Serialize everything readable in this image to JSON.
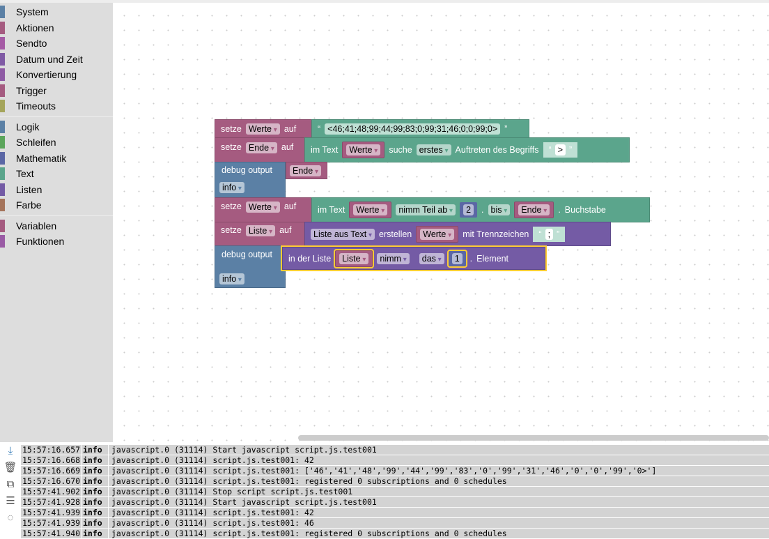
{
  "sidebar": {
    "groups": [
      [
        {
          "label": "System",
          "color": "#5b80a5"
        },
        {
          "label": "Aktionen",
          "color": "#a55b80"
        },
        {
          "label": "Sendto",
          "color": "#a55ba5"
        },
        {
          "label": "Datum und Zeit",
          "color": "#805ba5"
        },
        {
          "label": "Konvertierung",
          "color": "#8f5ba5"
        },
        {
          "label": "Trigger",
          "color": "#a55b80"
        },
        {
          "label": "Timeouts",
          "color": "#a5a55b"
        }
      ],
      [
        {
          "label": "Logik",
          "color": "#5b80a5"
        },
        {
          "label": "Schleifen",
          "color": "#5ba55b"
        },
        {
          "label": "Mathematik",
          "color": "#5b67a5"
        },
        {
          "label": "Text",
          "color": "#5ba58c"
        },
        {
          "label": "Listen",
          "color": "#745ba5"
        },
        {
          "label": "Farbe",
          "color": "#a5745b"
        }
      ],
      [
        {
          "label": "Variablen",
          "color": "#a55b80"
        },
        {
          "label": "Funktionen",
          "color": "#9a5ba5"
        }
      ]
    ]
  },
  "blocks": {
    "set": "setze",
    "to": "auf",
    "debug": "debug output",
    "level": "info",
    "var_werte": "Werte",
    "var_ende": "Ende",
    "var_liste": "Liste",
    "values_literal": "<46;41;48;99;44;99;83;0;99;31;46;0;0;99;0>",
    "open_quote": "“",
    "close_quote": "”",
    "in_text": "im Text",
    "find": "suche",
    "first": "erstes",
    "occurrence": "Auftreten des Begriffs",
    "gt": ">",
    "substring": "nimm Teil ab",
    "from": "2",
    "dot": ".",
    "to_kw": "bis",
    "letter": "Buchstabe",
    "list_from_text": "Liste aus Text",
    "create": "erstellen",
    "with_delim": "mit Trennzeichen",
    "semicolon": ";",
    "in_list": "in der Liste",
    "get": "nimm",
    "the": "das",
    "index": "1",
    "element": "Element"
  },
  "log": {
    "rows": [
      {
        "time": "15:57:16.657",
        "level": "info",
        "msg": "javascript.0 (31114) Start javascript script.js.test001"
      },
      {
        "time": "15:57:16.668",
        "level": "info",
        "msg": "javascript.0 (31114) script.js.test001: 42"
      },
      {
        "time": "15:57:16.669",
        "level": "info",
        "msg": "javascript.0 (31114) script.js.test001: ['46','41','48','99','44','99','83','0','99','31','46','0','0','99','0>']"
      },
      {
        "time": "15:57:16.670",
        "level": "info",
        "msg": "javascript.0 (31114) script.js.test001: registered 0 subscriptions and 0 schedules"
      },
      {
        "time": "15:57:41.902",
        "level": "info",
        "msg": "javascript.0 (31114) Stop script script.js.test001"
      },
      {
        "time": "15:57:41.928",
        "level": "info",
        "msg": "javascript.0 (31114) Start javascript script.js.test001"
      },
      {
        "time": "15:57:41.939",
        "level": "info",
        "msg": "javascript.0 (31114) script.js.test001: 42"
      },
      {
        "time": "15:57:41.939",
        "level": "info",
        "msg": "javascript.0 (31114) script.js.test001: 46"
      },
      {
        "time": "15:57:41.940",
        "level": "info",
        "msg": "javascript.0 (31114) script.js.test001: registered 0 subscriptions and 0 schedules"
      }
    ]
  }
}
